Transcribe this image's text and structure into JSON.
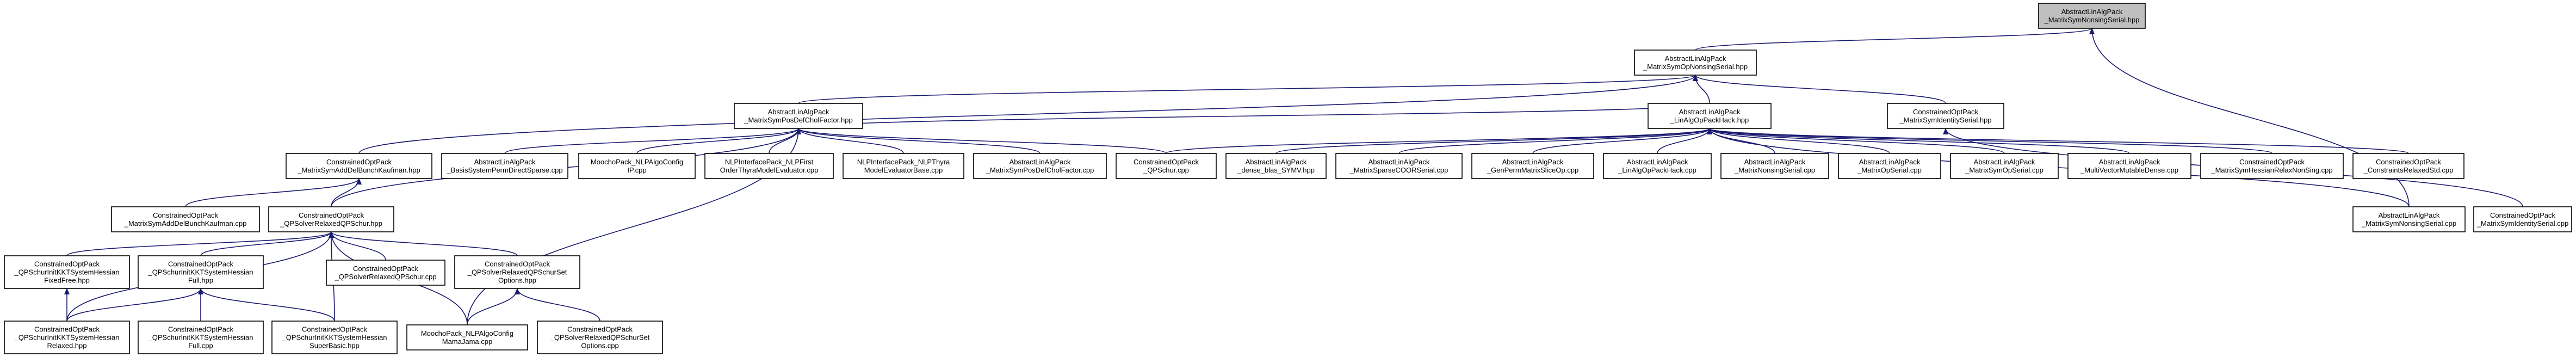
{
  "diagram": {
    "nodes": [
      {
        "id": "root",
        "lines": [
          "AbstractLinAlgPack",
          "_MatrixSymNonsingSerial.hpp"
        ]
      },
      {
        "id": "msond",
        "lines": [
          "AbstractLinAlgPack",
          "_MatrixSymOpNonsingSerial.hpp"
        ]
      },
      {
        "id": "mspdc",
        "lines": [
          "AbstractLinAlgPack",
          "_MatrixSymPosDefCholFactor.hpp"
        ]
      },
      {
        "id": "lapack_hpp",
        "lines": [
          "AbstractLinAlgPack",
          "_LinAlgOpPackHack.hpp"
        ]
      },
      {
        "id": "msid_hpp",
        "lines": [
          "ConstrainedOptPack",
          "_MatrixSymIdentitySerial.hpp"
        ]
      },
      {
        "id": "msaddel_hpp",
        "lines": [
          "ConstrainedOptPack",
          "_MatrixSymAddDelBunchKaufman.hpp"
        ]
      },
      {
        "id": "basis_cpp",
        "lines": [
          "AbstractLinAlgPack",
          "_BasisSystemPermDirectSparse.cpp"
        ]
      },
      {
        "id": "moochopack_ip",
        "lines": [
          "MoochoPack_NLPAlgoConfig",
          "IP.cpp"
        ]
      },
      {
        "id": "nlpfirst",
        "lines": [
          "NLPInterfacePack_NLPFirst",
          "OrderThyraModelEvaluator.cpp"
        ]
      },
      {
        "id": "nlpthyra",
        "lines": [
          "NLPInterfacePack_NLPThyra",
          "ModelEvaluatorBase.cpp"
        ]
      },
      {
        "id": "mspdc_cpp",
        "lines": [
          "AbstractLinAlgPack",
          "_MatrixSymPosDefCholFactor.cpp"
        ]
      },
      {
        "id": "qpschur_cpp",
        "lines": [
          "ConstrainedOptPack",
          "_QPSchur.cpp"
        ]
      },
      {
        "id": "dense_blas",
        "lines": [
          "AbstractLinAlgPack",
          "_dense_blas_SYMV.hpp"
        ]
      },
      {
        "id": "coor",
        "lines": [
          "AbstractLinAlgPack",
          "_MatrixSparseCOORSerial.cpp"
        ]
      },
      {
        "id": "genperm",
        "lines": [
          "AbstractLinAlgPack",
          "_GenPermMatrixSliceOp.cpp"
        ]
      },
      {
        "id": "lapack_cpp",
        "lines": [
          "AbstractLinAlgPack",
          "_LinAlgOpPackHack.cpp"
        ]
      },
      {
        "id": "mnonsing",
        "lines": [
          "AbstractLinAlgPack",
          "_MatrixNonsingSerial.cpp"
        ]
      },
      {
        "id": "mop",
        "lines": [
          "AbstractLinAlgPack",
          "_MatrixOpSerial.cpp"
        ]
      },
      {
        "id": "msymop",
        "lines": [
          "AbstractLinAlgPack",
          "_MatrixSymOpSerial.cpp"
        ]
      },
      {
        "id": "multivec",
        "lines": [
          "AbstractLinAlgPack",
          "_MultiVectorMutableDense.cpp"
        ]
      },
      {
        "id": "hessfactor",
        "lines": [
          "ConstrainedOptPack",
          "_MatrixSymHessianRelaxNonSing.cpp"
        ]
      },
      {
        "id": "constrstd",
        "lines": [
          "ConstrainedOptPack",
          "_ConstraintsRelaxedStd.cpp"
        ]
      },
      {
        "id": "msnonsing_cpp",
        "lines": [
          "AbstractLinAlgPack",
          "_MatrixSymNonsingSerial.cpp"
        ]
      },
      {
        "id": "msid_cpp",
        "lines": [
          "ConstrainedOptPack",
          "_MatrixSymIdentitySerial.cpp"
        ]
      },
      {
        "id": "msaddel_cpp",
        "lines": [
          "ConstrainedOptPack",
          "_MatrixSymAddDelBunchKaufman.cpp"
        ]
      },
      {
        "id": "qpsrqps_hpp",
        "lines": [
          "ConstrainedOptPack",
          "_QPSolverRelaxedQPSchur.hpp"
        ]
      },
      {
        "id": "kktfixed",
        "lines": [
          "ConstrainedOptPack",
          "_QPSchurInitKKTSystemHessian",
          "FixedFree.hpp"
        ]
      },
      {
        "id": "kktfull_hpp",
        "lines": [
          "ConstrainedOptPack",
          "_QPSchurInitKKTSystemHessian",
          "Full.hpp"
        ]
      },
      {
        "id": "qpsrqps_cpp",
        "lines": [
          "ConstrainedOptPack",
          "_QPSolverRelaxedQPSchur.cpp"
        ]
      },
      {
        "id": "setopt_hpp",
        "lines": [
          "ConstrainedOptPack",
          "_QPSolverRelaxedQPSchurSet",
          "Options.hpp"
        ]
      },
      {
        "id": "kktrelaxed",
        "lines": [
          "ConstrainedOptPack",
          "_QPSchurInitKKTSystemHessian",
          "Relaxed.hpp"
        ]
      },
      {
        "id": "kktfull_cpp",
        "lines": [
          "ConstrainedOptPack",
          "_QPSchurInitKKTSystemHessian",
          "Full.cpp"
        ]
      },
      {
        "id": "kktsuper",
        "lines": [
          "ConstrainedOptPack",
          "_QPSchurInitKKTSystemHessian",
          "SuperBasic.hpp"
        ]
      },
      {
        "id": "moochopack_ma",
        "lines": [
          "MoochoPack_NLPAlgoConfig",
          "MamaJama.cpp"
        ]
      },
      {
        "id": "setopt_cpp",
        "lines": [
          "ConstrainedOptPack",
          "_QPSolverRelaxedQPSchurSet",
          "Options.cpp"
        ]
      }
    ]
  }
}
